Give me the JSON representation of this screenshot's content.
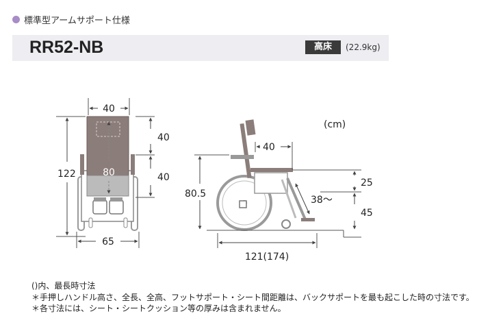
{
  "header": {
    "spec_label": "標準型アームサポート仕様",
    "model_name": "RR52-NB",
    "type_badge": "高床",
    "weight": "(22.9kg)"
  },
  "front_view": {
    "width_top": "40",
    "height_total": "122",
    "seat_width": "80",
    "backrest_height": "40",
    "seat_to_armrest": "40",
    "width_bottom": "65"
  },
  "side_view": {
    "unit": "(cm)",
    "armrest_length": "40",
    "seat_height": "80.5",
    "armrest_height": "25",
    "seat_floor_height": "45",
    "footrest_distance": "38〜",
    "total_length": "121(174)"
  },
  "notes": [
    "()内、最長時寸法",
    "＊手押しハンドル高さ、全長、全高、フットサポート・シート間距離は、バックサポートを最も起こした時の寸法です。",
    "＊各寸法には、シート・シートクッション等の厚みは含まれません。"
  ],
  "colors": {
    "bullet": "#a88cc6",
    "title_bar": "#ededf2",
    "badge": "#3a3a3a",
    "seat": "#8b7d7a",
    "frame": "#9a9a9a"
  }
}
